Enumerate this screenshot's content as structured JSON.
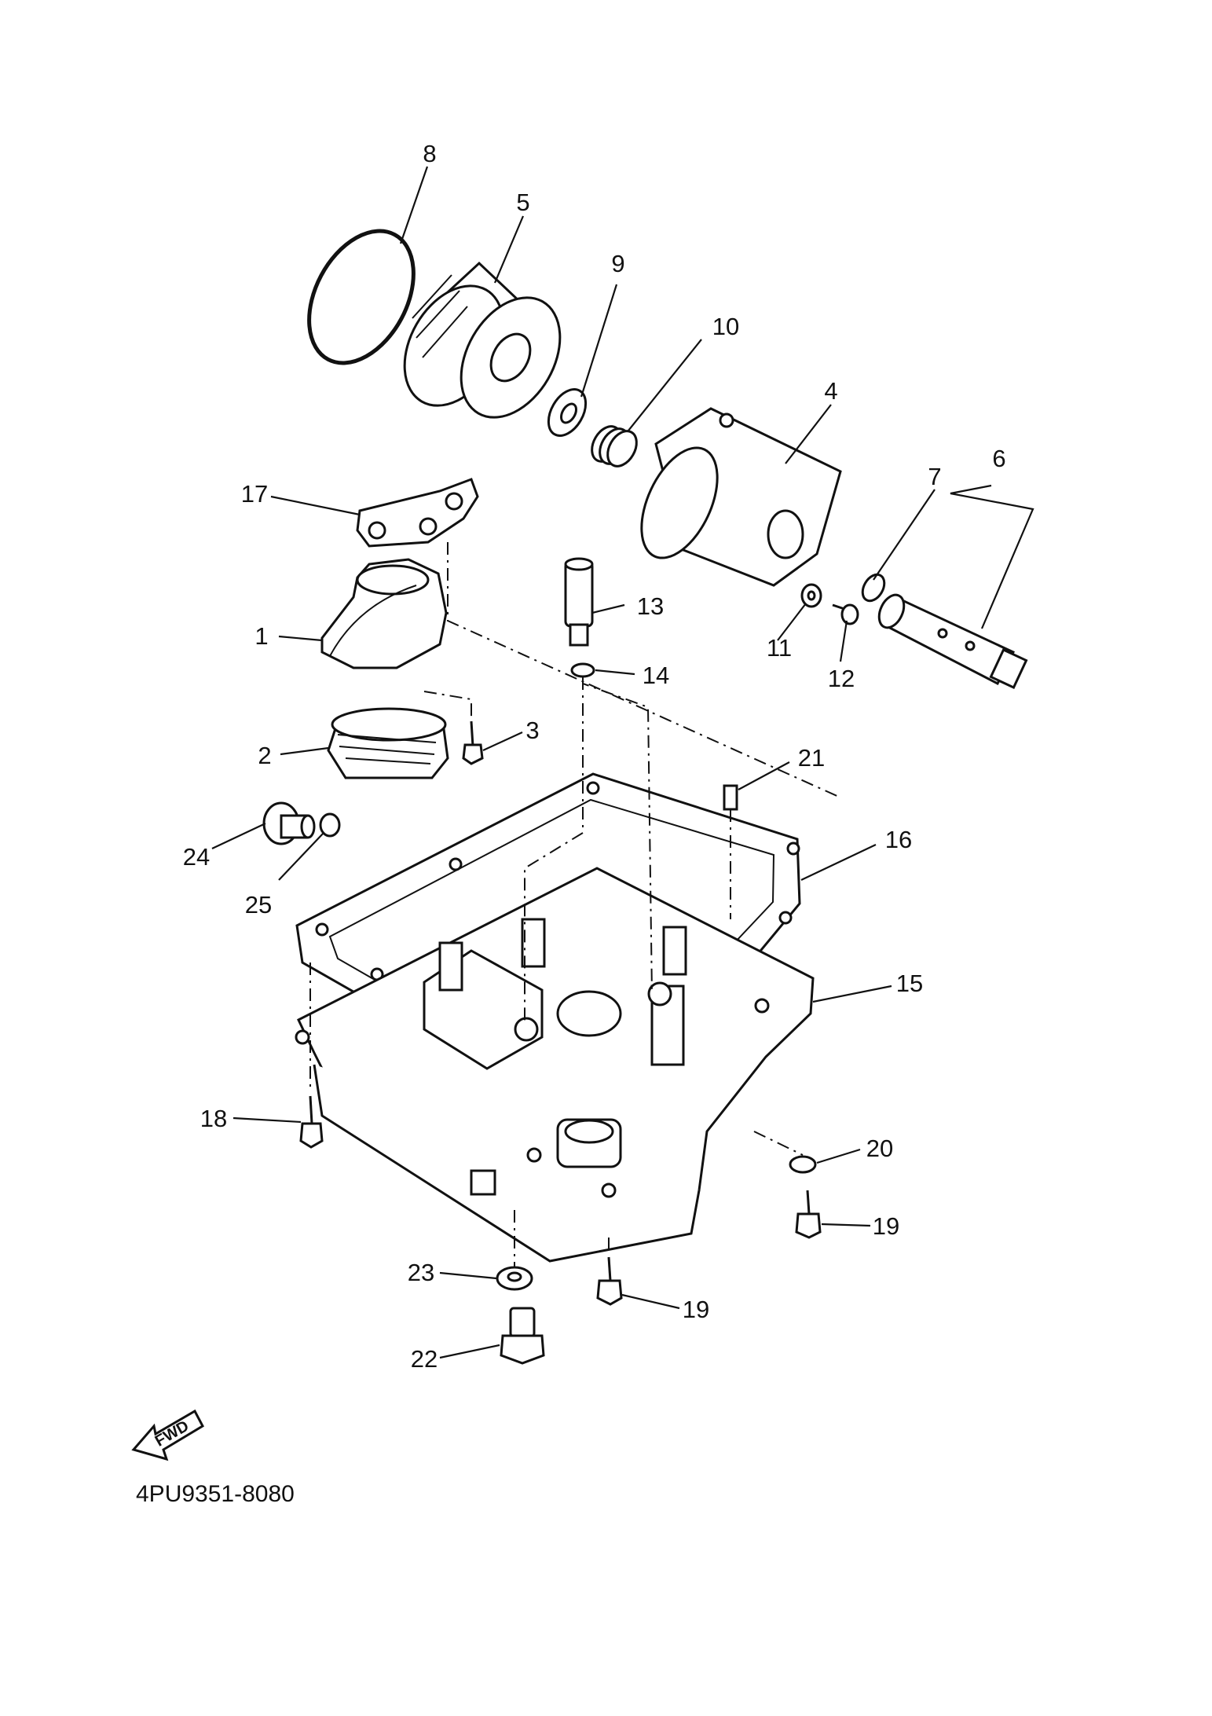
{
  "diagram": {
    "part_code": "4PU9351-8080",
    "fwd_label": "FWD",
    "callouts": [
      "1",
      "2",
      "3",
      "4",
      "5",
      "6",
      "7",
      "8",
      "9",
      "10",
      "11",
      "12",
      "13",
      "14",
      "15",
      "16",
      "17",
      "18",
      "19",
      "19",
      "20",
      "21",
      "22",
      "23",
      "24",
      "25"
    ]
  }
}
